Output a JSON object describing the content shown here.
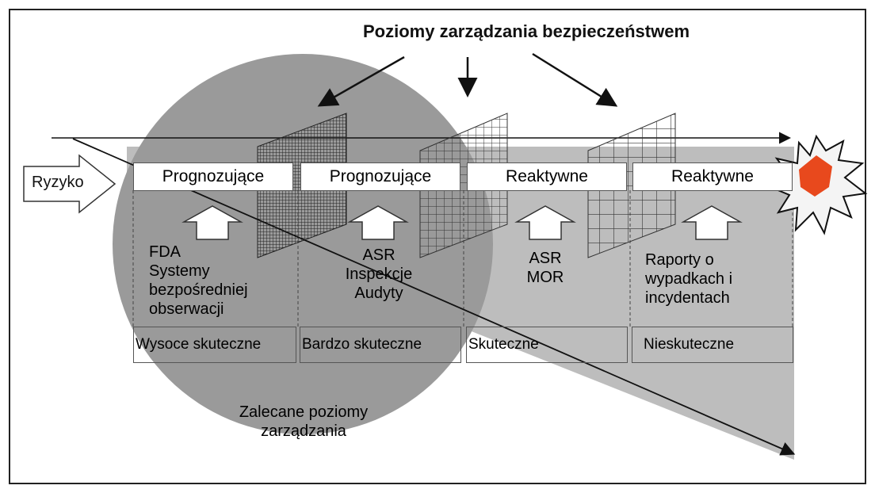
{
  "title": "Poziomy zarządzania bezpieczeństwem",
  "risk_label": "Ryzyko",
  "columns": [
    {
      "header": "Prognozujące",
      "description_lines": [
        "FDA",
        "Systemy",
        "bezpośredniej",
        "obserwacji"
      ],
      "effectiveness": "Wysoce skuteczne"
    },
    {
      "header": "Prognozujące",
      "description_lines": [
        "ASR",
        "Inspekcje",
        "Audyty"
      ],
      "effectiveness": "Bardzo skuteczne"
    },
    {
      "header": "Reaktywne",
      "description_lines": [
        "ASR",
        "MOR"
      ],
      "effectiveness": "Skuteczne"
    },
    {
      "header": "Reaktywne",
      "description_lines": [
        "Raporty o",
        "wypadkach i",
        "incydentach"
      ],
      "effectiveness": "Nieskuteczne"
    }
  ],
  "circle_caption_lines": [
    "Zalecane poziomy",
    "zarządzania"
  ],
  "colors": {
    "circle": "#9a9a9a",
    "band": "#bdbdbd",
    "explosion": "#e8491d"
  }
}
